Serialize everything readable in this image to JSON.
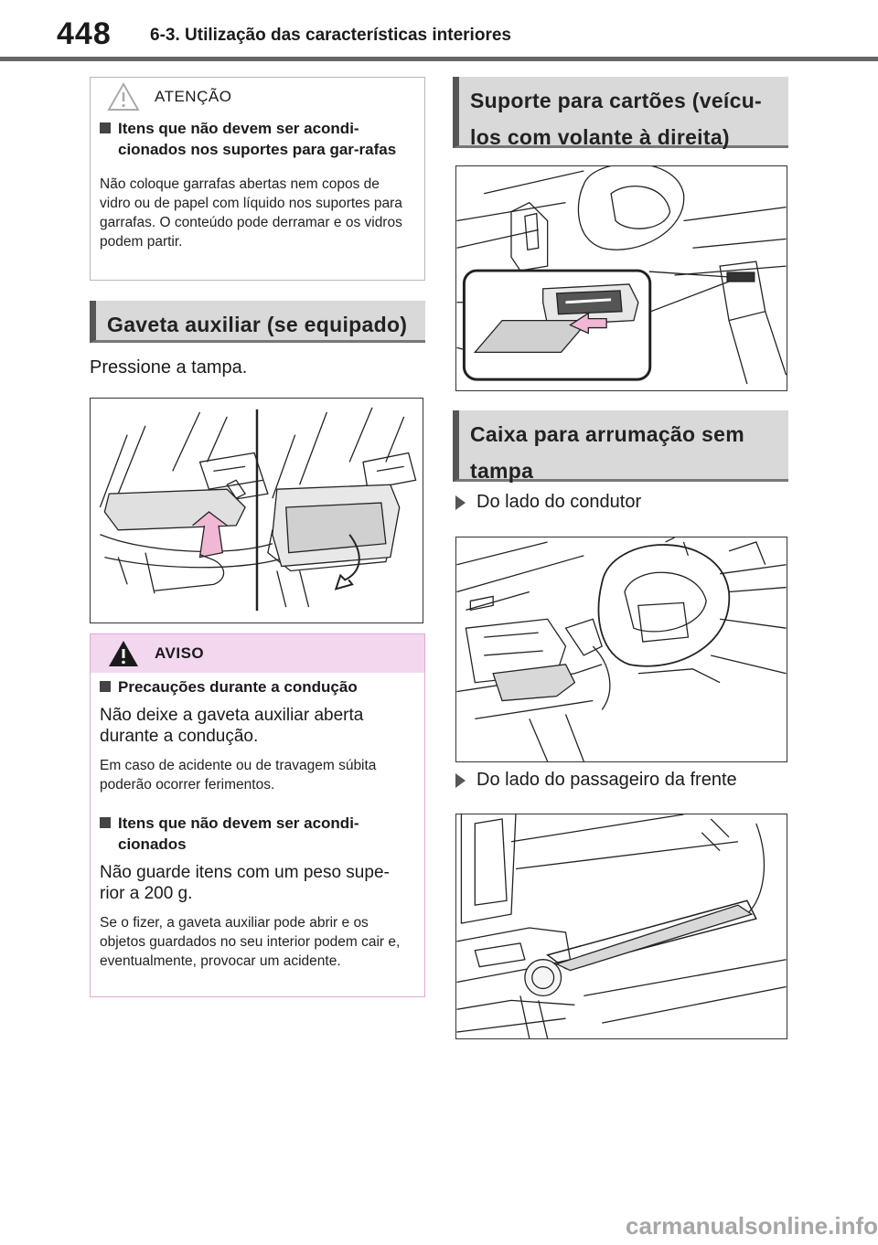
{
  "header": {
    "page_number": "448",
    "section_title": "6-3. Utilização das características interiores"
  },
  "attention_box": {
    "label": "ATENÇÃO",
    "subheading": "Itens que não devem ser acondi-cionados nos suportes para gar-rafas",
    "body": "Não coloque garrafas abertas nem copos de vidro ou de papel com líquido nos suportes para garrafas. O conteúdo pode derramar e os vidros podem partir."
  },
  "auxiliary_drawer": {
    "heading": "Gaveta auxiliar (se equipado)",
    "instruction": "Pressione a tampa."
  },
  "notice_box": {
    "label": "AVISO",
    "items": [
      {
        "subheading": "Precauções durante a condução",
        "main": "Não deixe a gaveta auxiliar aberta durante a condução.",
        "detail": "Em caso de acidente ou de travagem súbita poderão ocorrer ferimentos."
      },
      {
        "subheading": "Itens que não devem ser acondi-cionados",
        "main": "Não guarde itens com um peso supe-rior a 200 g.",
        "detail": "Se o fizer, a gaveta auxiliar pode abrir e os objetos guardados no seu interior podem cair e, eventualmente, provocar um acidente."
      }
    ]
  },
  "card_holder": {
    "heading": "Suporte para cartões (veícu-los com volante à direita)"
  },
  "open_storage": {
    "heading": "Caixa para arrumação sem tampa",
    "driver_side": "Do lado do condutor",
    "passenger_side": "Do lado do passageiro da frente"
  },
  "watermark": "carmanualsonline.info",
  "colors": {
    "notice_header_bg": "#f3d7ef",
    "notice_border": "#e0a8d8",
    "section_bg": "#d9d9d9",
    "highlight_pink": "#f0b8d4"
  }
}
